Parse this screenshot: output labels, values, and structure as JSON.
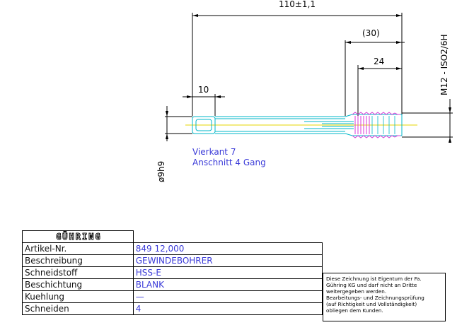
{
  "dimensions": {
    "overall_length": "110±1,1",
    "thread_length_ref": "(30)",
    "thread_length": "24",
    "square_length": "10",
    "shank_diameter": "ø9h9",
    "thread_spec": "M12 - ISO2/6H"
  },
  "notes": {
    "line1": "Vierkant 7",
    "line2": "Anschnitt 4 Gang"
  },
  "title_block": {
    "logo": "GÜHRING",
    "rows": [
      {
        "label": "Artikel-Nr.",
        "value": "849 12,000"
      },
      {
        "label": "Beschreibung",
        "value": "GEWINDEBOHRER"
      },
      {
        "label": "Schneidstoff",
        "value": "HSS-E"
      },
      {
        "label": "Beschichtung",
        "value": "BLANK"
      },
      {
        "label": "Kuehlung",
        "value": "—"
      },
      {
        "label": "Schneiden",
        "value": "4"
      }
    ]
  },
  "notice": {
    "lines": [
      "Diese Zeichnung ist Eigentum der Fa.",
      "Gühring KG und darf nicht an Dritte",
      "weitergegeben werden.",
      "Bearbeitungs- und Zeichnungsprüfung",
      "(auf Richtigkeit und Vollständigkeit)",
      "obliegen dem Kunden."
    ]
  },
  "colors": {
    "outline": "#00b7c8",
    "thread": "#d83ad8",
    "centerline": "#e6d400",
    "text_blue": "#3a3ad8",
    "dimension": "#000000"
  }
}
